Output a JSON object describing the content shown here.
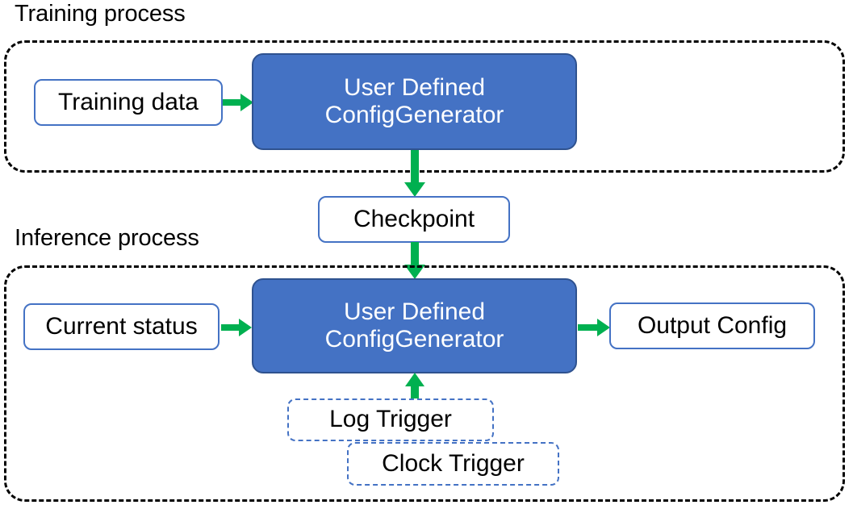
{
  "diagram": {
    "title_not_shown": null,
    "groups": [
      {
        "id": "training",
        "label": "Training process"
      },
      {
        "id": "inference",
        "label": "Inference process"
      }
    ],
    "nodes": {
      "training_data": "Training data",
      "train_generator_line1": "User Defined",
      "train_generator_line2": "ConfigGenerator",
      "checkpoint": "Checkpoint",
      "current_status": "Current status",
      "infer_generator_line1": "User Defined",
      "infer_generator_line2": "ConfigGenerator",
      "output_config": "Output Config",
      "log_trigger": "Log Trigger",
      "clock_trigger": "Clock Trigger"
    },
    "arrows": [
      {
        "id": "training-data-to-generator",
        "direction": "right"
      },
      {
        "id": "train-generator-to-checkpoint",
        "direction": "down"
      },
      {
        "id": "checkpoint-to-infer-generator",
        "direction": "down"
      },
      {
        "id": "current-status-to-infer-generator",
        "direction": "right"
      },
      {
        "id": "infer-generator-to-output-config",
        "direction": "right"
      },
      {
        "id": "triggers-to-infer-generator",
        "direction": "up"
      }
    ],
    "colors": {
      "accent_blue": "#4472C4",
      "accent_blue_dark": "#2F528F",
      "arrow_green": "#00B050",
      "group_border": "#000000",
      "text_dark": "#000000",
      "text_light": "#FFFFFF",
      "background": "#FFFFFF"
    }
  }
}
